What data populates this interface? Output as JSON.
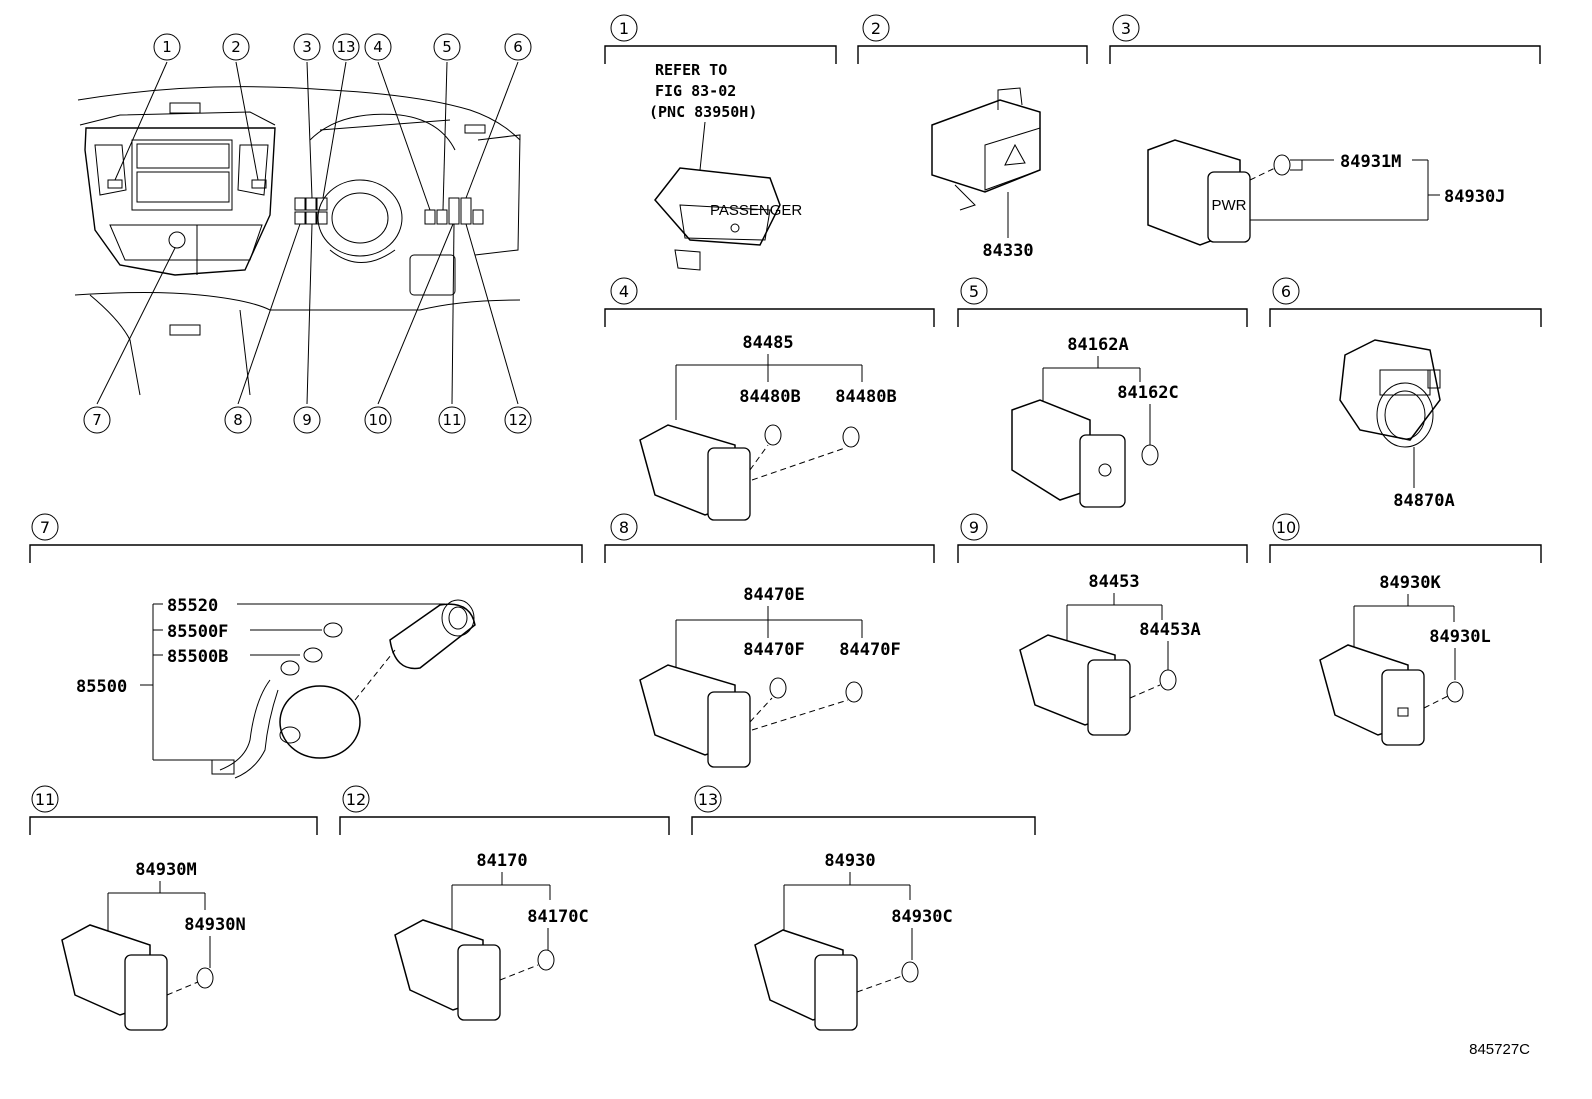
{
  "overview": {
    "callouts": [
      "1",
      "2",
      "3",
      "13",
      "4",
      "5",
      "6",
      "7",
      "8",
      "9",
      "10",
      "11",
      "12"
    ]
  },
  "sections": [
    {
      "num": "1",
      "ref_lines": [
        "REFER TO",
        "FIG 83-02",
        "(PNC 83950H)"
      ],
      "parts": []
    },
    {
      "num": "2",
      "parts": [
        "84330"
      ]
    },
    {
      "num": "3",
      "parts": [
        "84931M",
        "84930J"
      ]
    },
    {
      "num": "4",
      "parts": [
        "84485",
        "84480B",
        "84480B"
      ]
    },
    {
      "num": "5",
      "parts": [
        "84162A",
        "84162C"
      ]
    },
    {
      "num": "6",
      "parts": [
        "84870A"
      ]
    },
    {
      "num": "7",
      "parts": [
        "85520",
        "85500F",
        "85500B",
        "85500"
      ]
    },
    {
      "num": "8",
      "parts": [
        "84470E",
        "84470F",
        "84470F"
      ]
    },
    {
      "num": "9",
      "parts": [
        "84453",
        "84453A"
      ]
    },
    {
      "num": "10",
      "parts": [
        "84930K",
        "84930L"
      ]
    },
    {
      "num": "11",
      "parts": [
        "84930M",
        "84930N"
      ]
    },
    {
      "num": "12",
      "parts": [
        "84170",
        "84170C"
      ]
    },
    {
      "num": "13",
      "parts": [
        "84930",
        "84930C"
      ]
    }
  ],
  "drawing_code": "845727C"
}
